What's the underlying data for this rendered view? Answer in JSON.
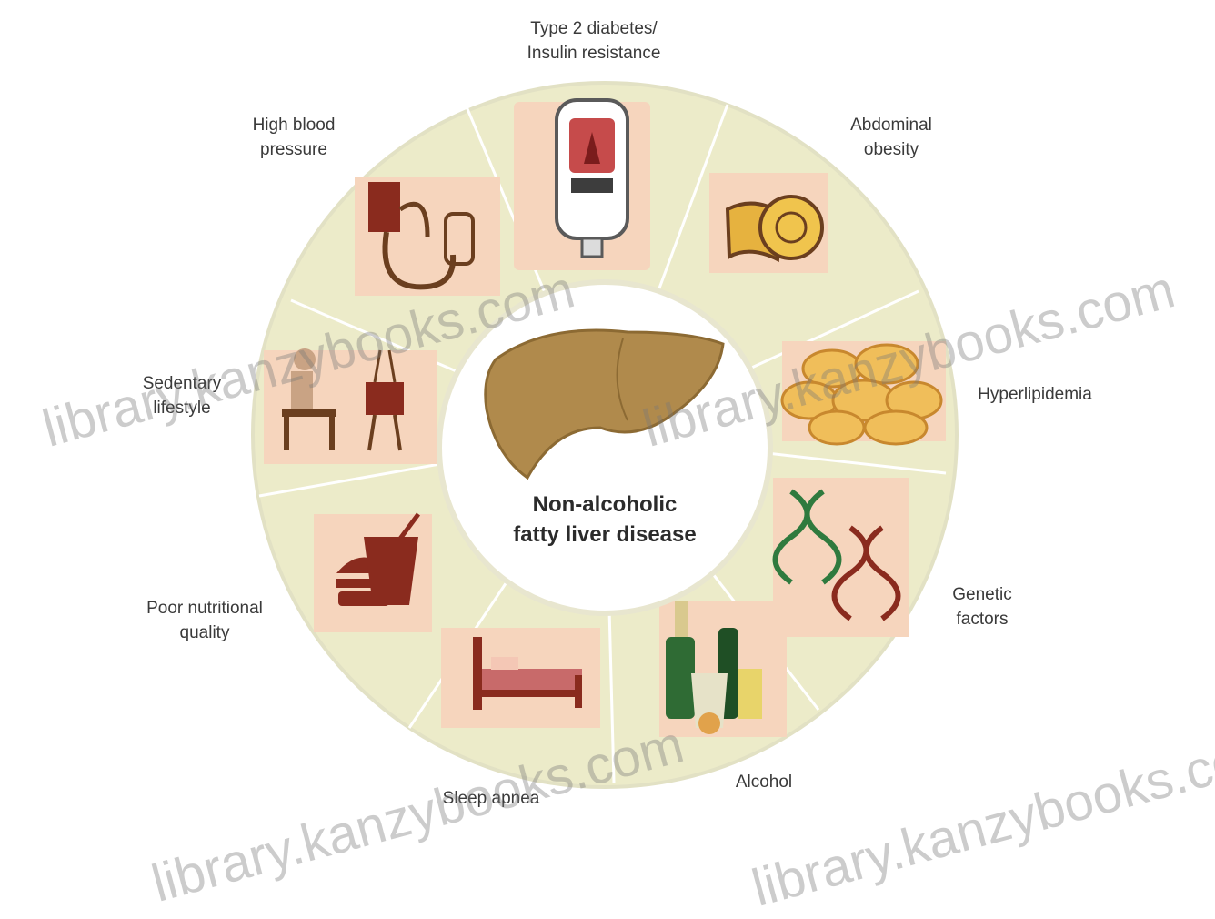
{
  "center": {
    "line1": "Non-alcoholic",
    "line2": "fatty liver disease"
  },
  "factors": [
    {
      "id": "diabetes",
      "line1": "Type 2 diabetes/",
      "line2": "Insulin resistance",
      "icon": "glucose-meter-icon"
    },
    {
      "id": "obesity",
      "line1": "Abdominal",
      "line2": "obesity",
      "icon": "tape-measure-icon"
    },
    {
      "id": "hyperlipidemia",
      "line1": "Hyperlipidemia",
      "line2": "",
      "icon": "fat-cells-icon"
    },
    {
      "id": "genetic",
      "line1": "Genetic",
      "line2": "factors",
      "icon": "dna-icon"
    },
    {
      "id": "alcohol",
      "line1": "Alcohol",
      "line2": "",
      "icon": "bottles-icon"
    },
    {
      "id": "sleep",
      "line1": "Sleep apnea",
      "line2": "",
      "icon": "bed-icon"
    },
    {
      "id": "nutrition",
      "line1": "Poor nutritional",
      "line2": "quality",
      "icon": "fast-food-icon"
    },
    {
      "id": "sedentary",
      "line1": "Sedentary",
      "line2": "lifestyle",
      "icon": "person-watching-tv-icon"
    },
    {
      "id": "bp",
      "line1": "High blood",
      "line2": "pressure",
      "icon": "blood-pressure-cuff-icon"
    }
  ],
  "watermark": "library.kanzybooks.com",
  "colors": {
    "ring": "#ecebc9",
    "ring_border": "#e2e1c4",
    "tile": "#f6d5bd",
    "dark_red": "#8a2b1e",
    "liver": "#b08a4c",
    "green": "#2f7a3e"
  }
}
